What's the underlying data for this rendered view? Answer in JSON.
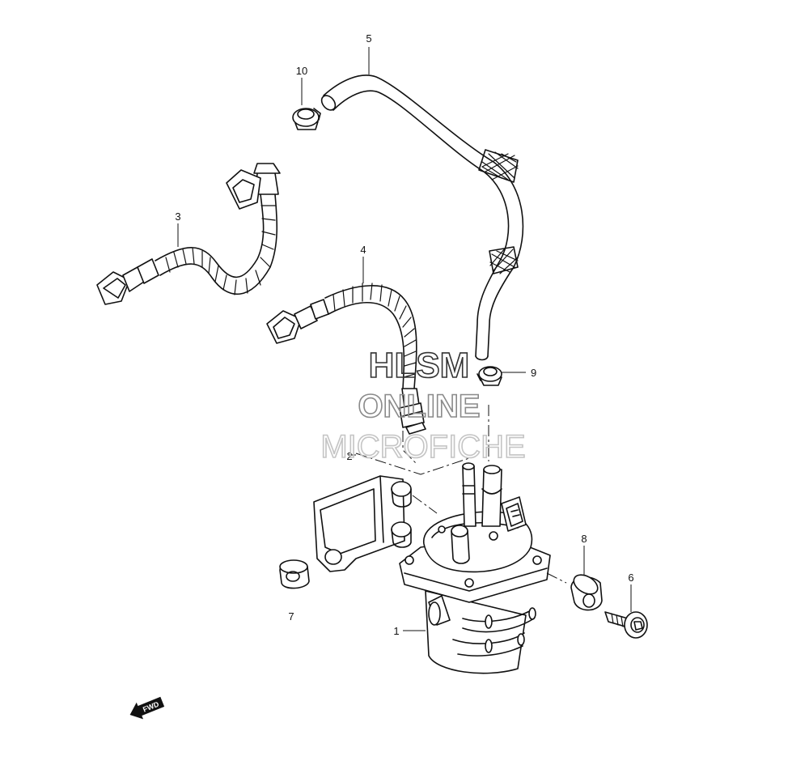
{
  "callouts": [
    {
      "id": "1",
      "label": "1"
    },
    {
      "id": "2",
      "label": "2"
    },
    {
      "id": "3",
      "label": "3"
    },
    {
      "id": "4",
      "label": "4"
    },
    {
      "id": "5",
      "label": "5"
    },
    {
      "id": "6",
      "label": "6"
    },
    {
      "id": "7",
      "label": "7"
    },
    {
      "id": "8",
      "label": "8"
    },
    {
      "id": "9",
      "label": "9"
    },
    {
      "id": "10",
      "label": "10"
    }
  ],
  "watermark": {
    "line1": "HLSM",
    "line2": "ONLINE",
    "line3": "MICROFICHE"
  },
  "direction_badge": {
    "text": "FWD",
    "icon": "fwd-arrow-icon"
  }
}
